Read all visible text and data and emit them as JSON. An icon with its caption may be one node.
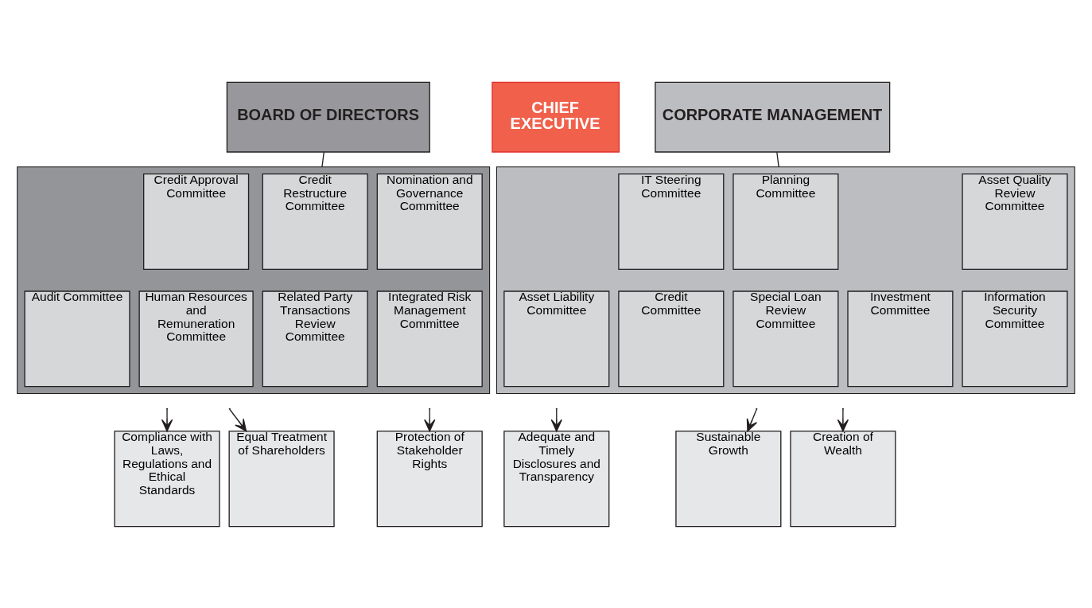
{
  "diagram": {
    "nodes": [
      {
        "text": [
          "BOARD OF DIRECTORS"
        ]
      },
      {
        "text": [
          "CHIEF EXECUTIVE"
        ]
      },
      {
        "text": [
          "CORPORATE MANAGEMENT"
        ]
      },
      {
        "text": [],
        "shape": "box"
      },
      {
        "text": [
          "Credit Approval Committee"
        ],
        "in": 3
      },
      {
        "text": [
          "Credit Restructure Committee"
        ],
        "in": 3
      },
      {
        "text": [
          "Nomination and Governance Committee"
        ],
        "in": 3
      },
      {
        "text": [
          "Audit Committee"
        ],
        "in": 3
      },
      {
        "text": [
          "Human Resources and Remuneration Committee"
        ],
        "in": 3
      },
      {
        "text": [
          "Related Party Transactions Review Committee"
        ],
        "in": 3
      },
      {
        "text": [
          "Integrated Risk Management Committee"
        ],
        "in": 3
      },
      {
        "text": [],
        "shape": "box"
      },
      {
        "text": [
          "IT Steering Committee"
        ],
        "in": 11
      },
      {
        "text": [
          "Planning Committee"
        ],
        "in": 11
      },
      {
        "text": [
          "Asset Quality Review Committee"
        ],
        "in": 11
      },
      {
        "text": [
          "Asset Liability Committee"
        ],
        "in": 11
      },
      {
        "text": [
          "Credit Committee"
        ],
        "in": 11
      },
      {
        "text": [
          "Special Loan Review Committee"
        ],
        "in": 11
      },
      {
        "text": [
          "Investment Committee"
        ],
        "in": 11
      },
      {
        "text": [
          "Information Security Committee"
        ],
        "in": 11
      },
      {
        "text": [
          "Compliance with Laws, Regulations and Ethical Standards"
        ]
      },
      {
        "text": [
          "Equal Treatment of Shareholders"
        ]
      },
      {
        "text": [
          "Protection of Stakeholder Rights"
        ]
      },
      {
        "text": [
          "Adequate and Timely Disclosures and Transparency"
        ]
      },
      {
        "text": [
          "Sustainable Growth"
        ]
      },
      {
        "text": [
          "Creation of Wealth"
        ]
      }
    ],
    "edges": [
      {
        "from": 0,
        "to": 3,
        "arrow": "none"
      },
      {
        "from": 2,
        "to": 11,
        "arrow": "none"
      },
      {
        "from": null,
        "to": 20,
        "arrow": "to"
      },
      {
        "from": null,
        "to": 21,
        "arrow": "to"
      },
      {
        "from": null,
        "to": 22,
        "arrow": "to"
      },
      {
        "from": null,
        "to": 23,
        "arrow": "to"
      },
      {
        "from": null,
        "to": 24,
        "arrow": "to"
      },
      {
        "from": null,
        "to": 25,
        "arrow": "to"
      }
    ]
  }
}
